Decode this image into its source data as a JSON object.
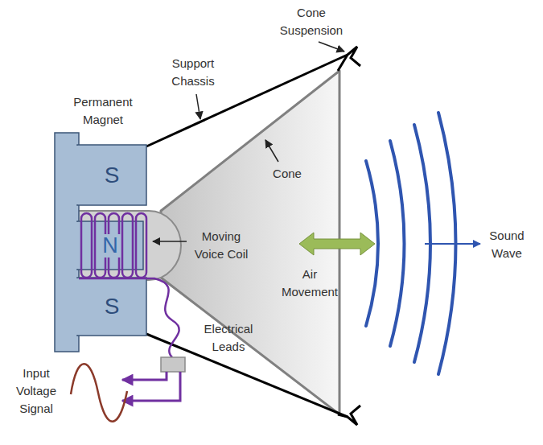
{
  "diagram": {
    "nodes": [
      {
        "text": [
          "S"
        ]
      },
      {
        "text": [
          "N"
        ]
      },
      {
        "text": [
          "S"
        ]
      }
    ],
    "labels": [
      "Cone Suspension",
      "Support Chassis",
      "Permanent Magnet",
      "Cone",
      "Moving Voice Coil",
      "Air Movement",
      "Sound Wave",
      "Electrical Leads",
      "Input Voltage Signal"
    ]
  }
}
